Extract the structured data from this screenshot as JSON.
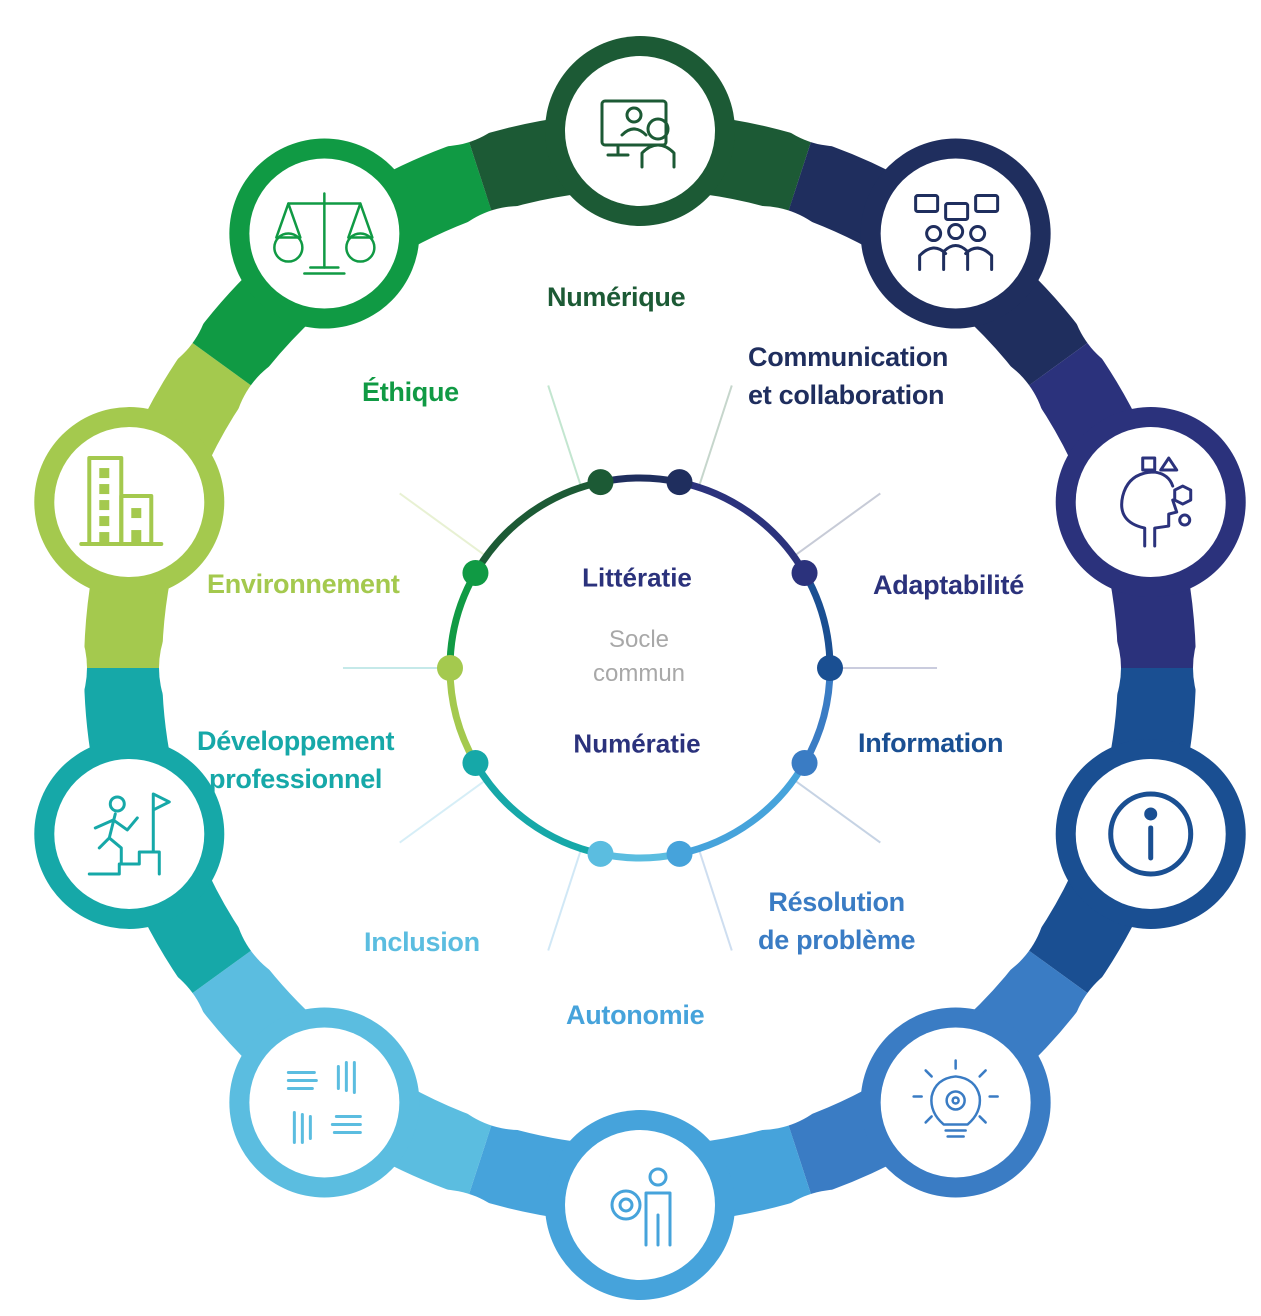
{
  "center": {
    "top_label": "Littératie",
    "middle_line1": "Socle",
    "middle_line2": "commun",
    "bottom_label": "Numératie"
  },
  "competencies": [
    {
      "key": "numerique",
      "lines": [
        "Numérique"
      ],
      "color": "#1c5a35",
      "icon": "video-conference-icon"
    },
    {
      "key": "communication",
      "lines": [
        "Communication",
        "et collaboration"
      ],
      "color": "#1f2e5e",
      "icon": "team-chat-icon"
    },
    {
      "key": "adaptabilite",
      "lines": [
        "Adaptabilité"
      ],
      "color": "#2b327c",
      "icon": "head-shapes-icon"
    },
    {
      "key": "information",
      "lines": [
        "Information"
      ],
      "color": "#1a4f92",
      "icon": "info-icon"
    },
    {
      "key": "resolution",
      "lines": [
        "Résolution",
        "de problème"
      ],
      "color": "#3a7cc4",
      "icon": "lightbulb-gear-icon"
    },
    {
      "key": "autonomie",
      "lines": [
        "Autonomie"
      ],
      "color": "#46a3db",
      "icon": "person-gear-icon"
    },
    {
      "key": "inclusion",
      "lines": [
        "Inclusion"
      ],
      "color": "#5bbde0",
      "icon": "joined-hands-icon"
    },
    {
      "key": "developpement",
      "lines": [
        "Développement",
        "professionnel"
      ],
      "color": "#16a8a8",
      "icon": "climbing-person-icon"
    },
    {
      "key": "environnement",
      "lines": [
        "Environnement"
      ],
      "color": "#a4c94e",
      "icon": "buildings-icon"
    },
    {
      "key": "ethique",
      "lines": [
        "Éthique"
      ],
      "color": "#109a44",
      "icon": "scales-icon"
    }
  ],
  "colors": {
    "center_top_text": "#2b327c",
    "center_bottom_text": "#2b327c"
  }
}
